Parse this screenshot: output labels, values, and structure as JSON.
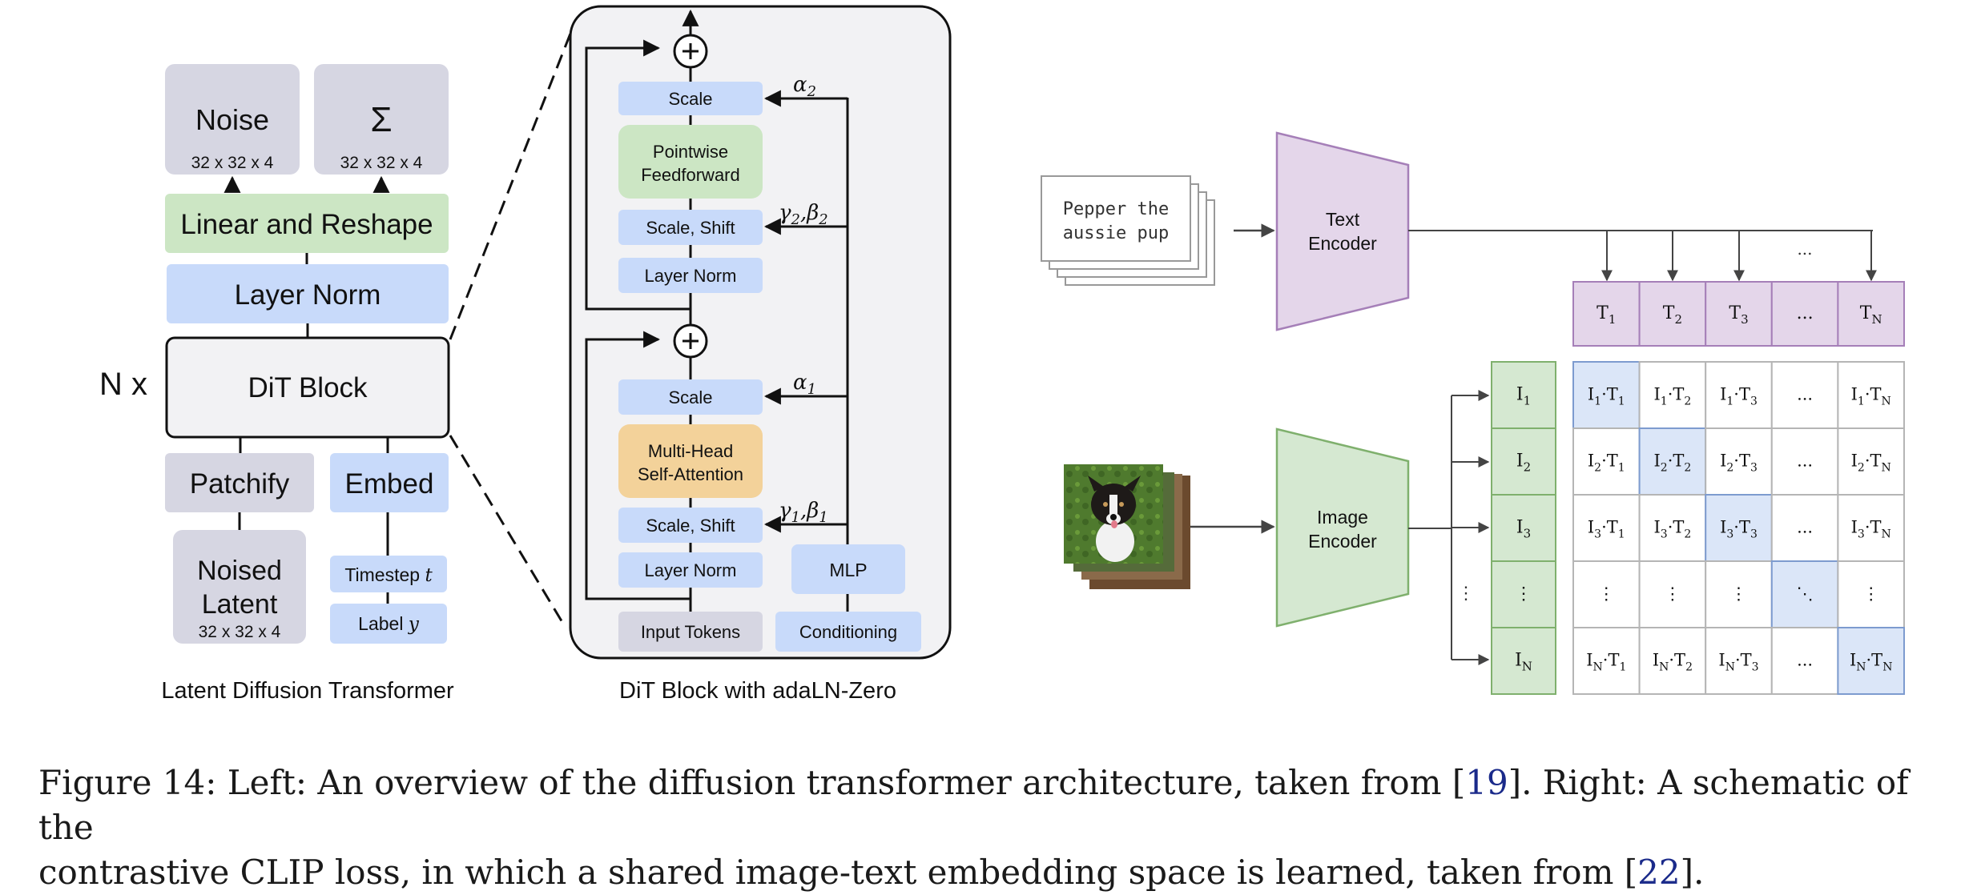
{
  "dit_overview": {
    "noise_label": "Noise",
    "noise_dims": "32 x 32 x 4",
    "sigma_label": "Σ",
    "sigma_dims": "32 x 32 x 4",
    "linear_reshape": "Linear and Reshape",
    "layer_norm": "Layer Norm",
    "repeat_label": "N x",
    "dit_block": "DiT Block",
    "patchify": "Patchify",
    "embed": "Embed",
    "noised_latent_line1": "Noised",
    "noised_latent_line2": "Latent",
    "noised_latent_dims": "32 x 32 x 4",
    "timestep": "Timestep",
    "timestep_var": "t",
    "label": "Label",
    "label_var": "y",
    "title": "Latent Diffusion Transformer"
  },
  "dit_block_detail": {
    "scale_top": "Scale",
    "alpha2": "α",
    "alpha2_sub": "2",
    "pointwise_line1": "Pointwise",
    "pointwise_line2": "Feedforward",
    "scale_shift_top": "Scale, Shift",
    "gamma2_beta2": "γ",
    "gb2_sub": "2",
    "beta2": ",β",
    "layer_norm_top": "Layer Norm",
    "scale_bottom": "Scale",
    "alpha1": "α",
    "alpha1_sub": "1",
    "mhsa_line1": "Multi-Head",
    "mhsa_line2": "Self-Attention",
    "scale_shift_bottom": "Scale, Shift",
    "gamma1": "γ",
    "beta1": ",β",
    "gb1_sub": "1",
    "layer_norm_bottom": "Layer Norm",
    "mlp": "MLP",
    "input_tokens": "Input Tokens",
    "conditioning": "Conditioning",
    "title": "DiT Block with adaLN-Zero"
  },
  "clip": {
    "text_line1": "Pepper the",
    "text_line2": "aussie pup",
    "text_encoder_line1": "Text",
    "text_encoder_line2": "Encoder",
    "image_encoder_line1": "Image",
    "image_encoder_line2": "Encoder",
    "ellipsis": "...",
    "text_tokens": [
      {
        "base": "T",
        "sub": "1"
      },
      {
        "base": "T",
        "sub": "2"
      },
      {
        "base": "T",
        "sub": "3"
      },
      {
        "base": "...",
        "sub": ""
      },
      {
        "base": "T",
        "sub": "N"
      }
    ],
    "image_tokens": [
      {
        "base": "I",
        "sub": "1"
      },
      {
        "base": "I",
        "sub": "2"
      },
      {
        "base": "I",
        "sub": "3"
      },
      {
        "base": "⋮",
        "sub": ""
      },
      {
        "base": "I",
        "sub": "N"
      }
    ],
    "vertical_dots": "⋮",
    "diagonal_dots": "⋱"
  },
  "colors": {
    "gray_box": "#d6d6e2",
    "blue_box": "#c8dafa",
    "green_box": "#cce6c4",
    "orange_box": "#f3d29a",
    "encoder_purple": "#e4d6ea",
    "encoder_purple_edge": "#a57fb8",
    "encoder_green": "#d5e8d1",
    "encoder_green_edge": "#7fb06d",
    "highlight_blue": "#dbe6f8"
  },
  "caption": {
    "line1_a": "Figure 14: Left: An overview of the diffusion transformer architecture, taken from [",
    "cite1": "19",
    "line1_b": "]. Right: A schematic of the",
    "line2_a": "contrastive CLIP loss, in which a shared image-text embedding space is learned, taken from [",
    "cite2": "22",
    "line2_b": "]."
  }
}
